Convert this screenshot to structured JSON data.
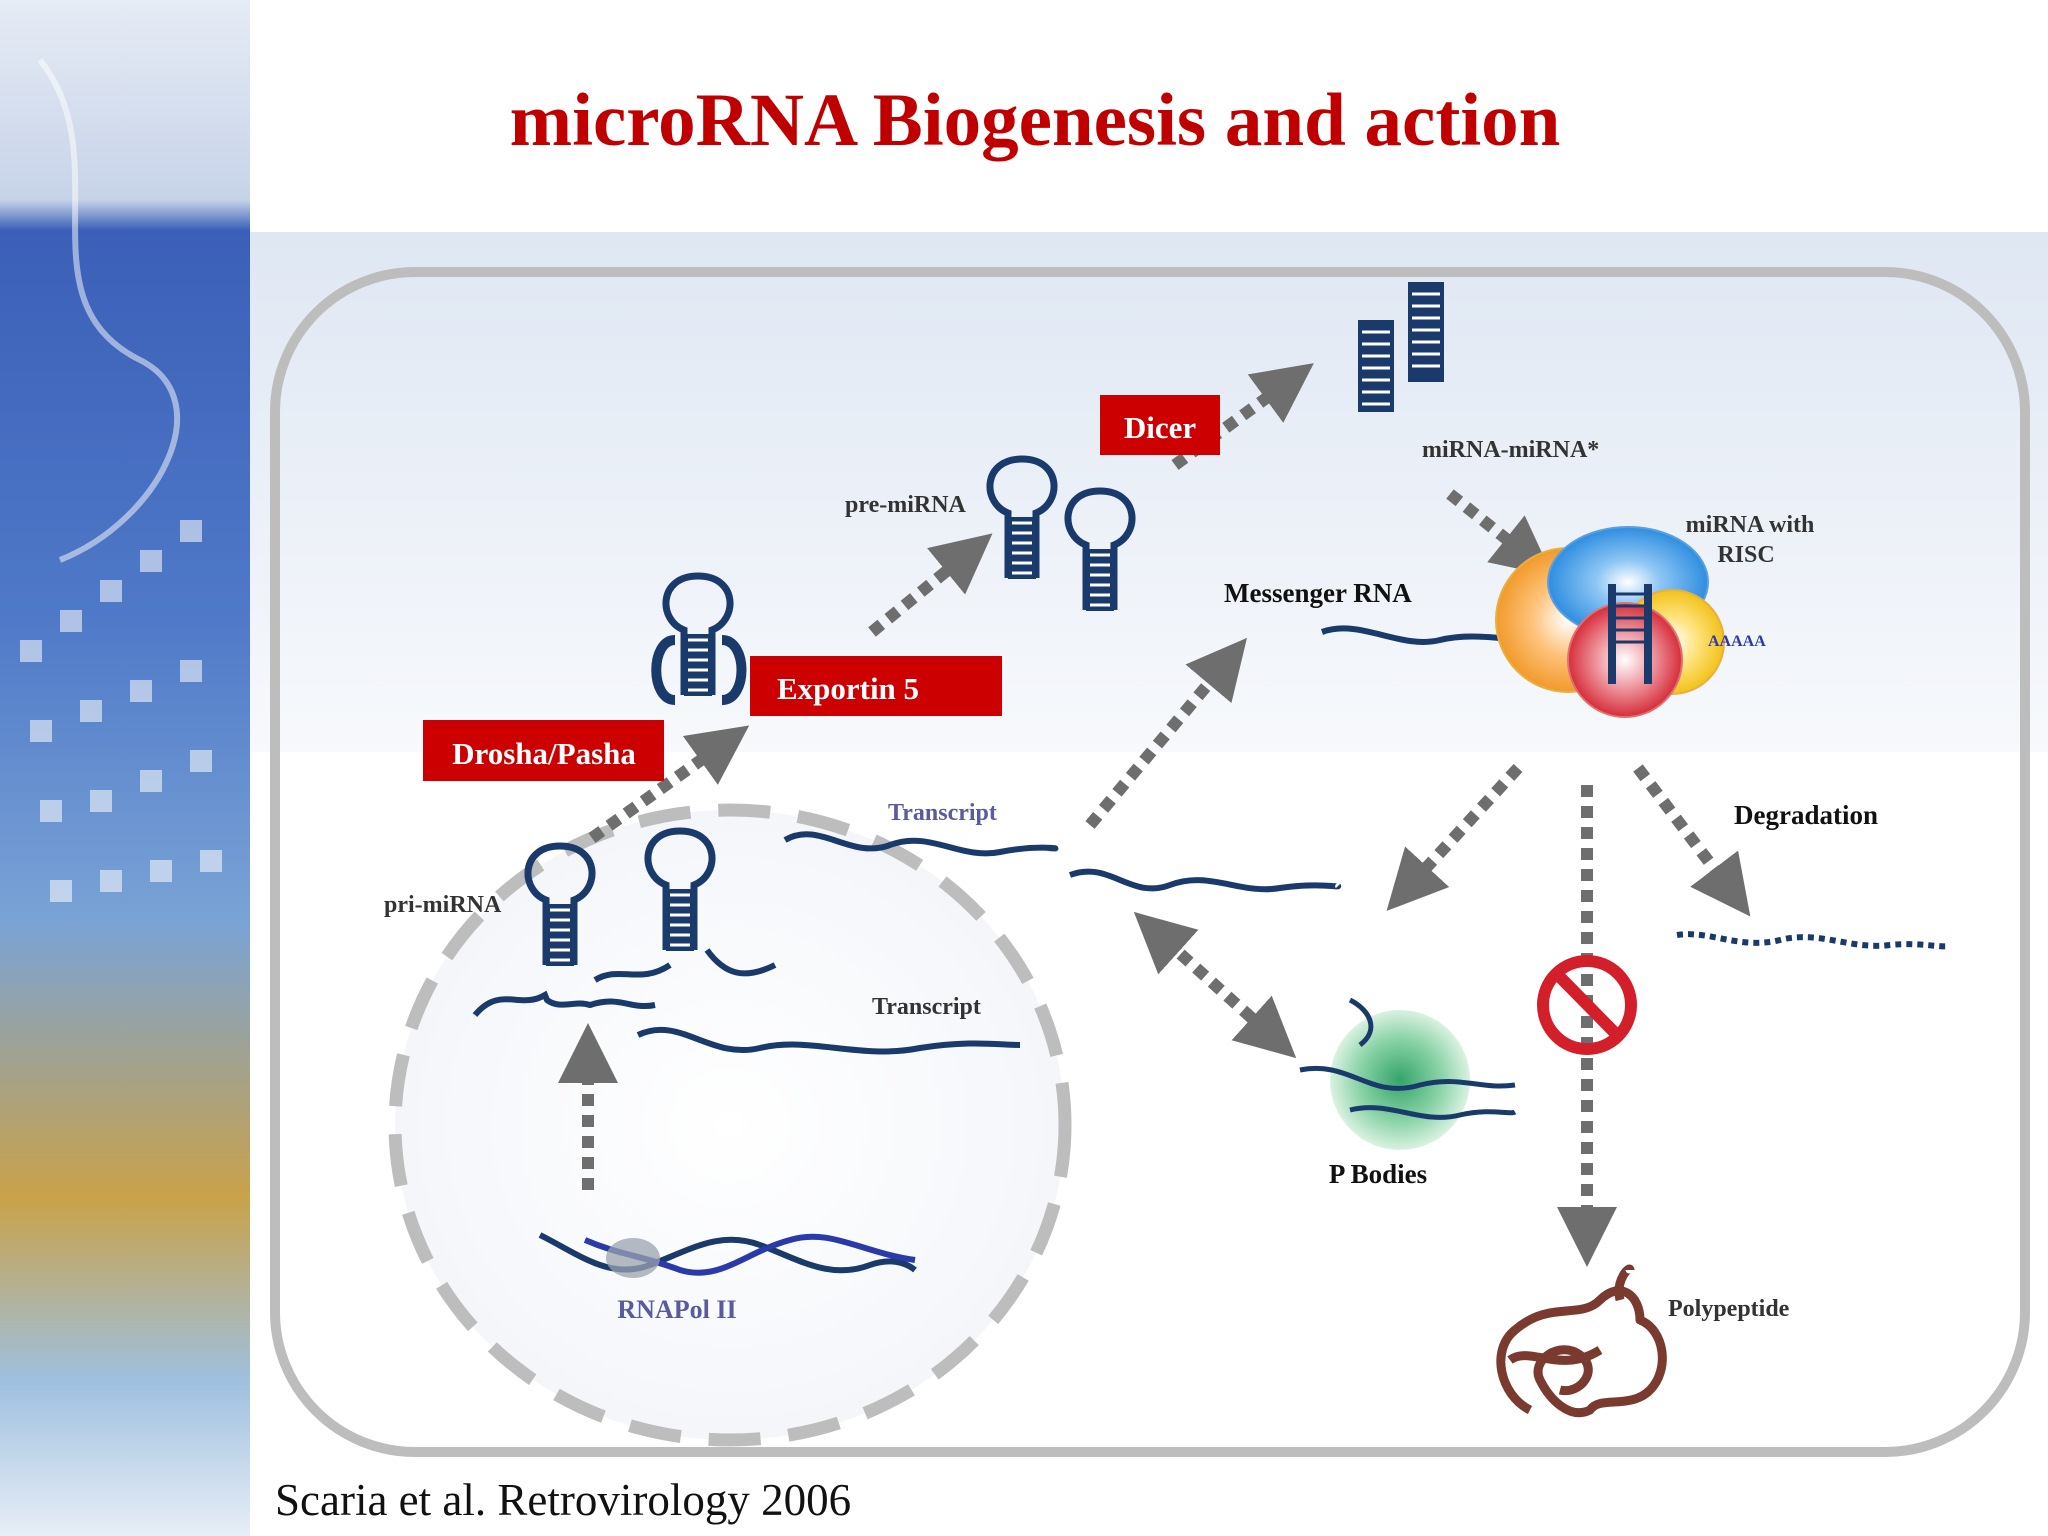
{
  "title": "microRNA Biogenesis and action",
  "citation": "Scaria et al. Retrovirology 2006",
  "labels": {
    "dicer": "Dicer",
    "exportin": "Exportin 5",
    "drosha": "Drosha/Pasha",
    "pre_mirna": "pre-miRNA",
    "pri_mirna": "pri-miRNA",
    "mirna_duplex": "miRNA-miRNA*",
    "risc_line1": "miRNA with",
    "risc_line2": "RISC",
    "messenger_rna": "Messenger RNA",
    "polya": "AAAAA",
    "transcript_top": "Transcript",
    "transcript_nucleus": "Transcript",
    "degradation": "Degradation",
    "p_bodies": "P Bodies",
    "rnapol": "RNAPol II",
    "polypeptide": "Polypeptide"
  },
  "colors": {
    "title": "#c00000",
    "label_box": "#cc0000",
    "rna_strand": "#1a3a6c",
    "arrow": "#6e6e6e",
    "cell_outline": "#bdbdbd",
    "polypeptide": "#7a3a30",
    "rnapol_text": "#5a5aa0"
  }
}
